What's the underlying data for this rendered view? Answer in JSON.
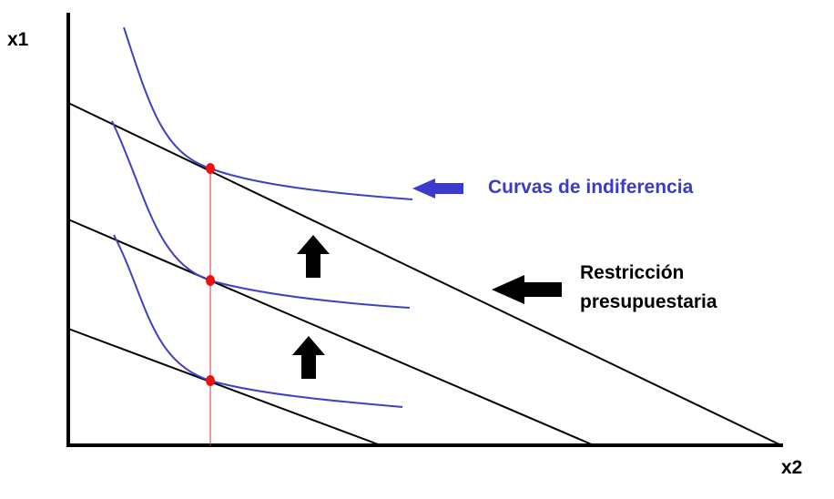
{
  "axes": {
    "y_label": "x1",
    "x_label": "x2"
  },
  "annotations": {
    "indifference_label": "Curvas de indiferencia",
    "budget_label_line1": "Restricción",
    "budget_label_line2": "presupuestaria"
  },
  "colors": {
    "curve": "#4040c0",
    "label_blue": "#3a3acc",
    "arrow_blue": "#3a3acc",
    "point": "#ee1111",
    "guide_line": "#dd3333",
    "line": "#000000"
  },
  "icons": {
    "up_arrows": [
      "arrow-up-icon",
      "arrow-up-icon"
    ],
    "left_arrows": [
      "arrow-left-icon",
      "arrow-left-icon"
    ]
  }
}
